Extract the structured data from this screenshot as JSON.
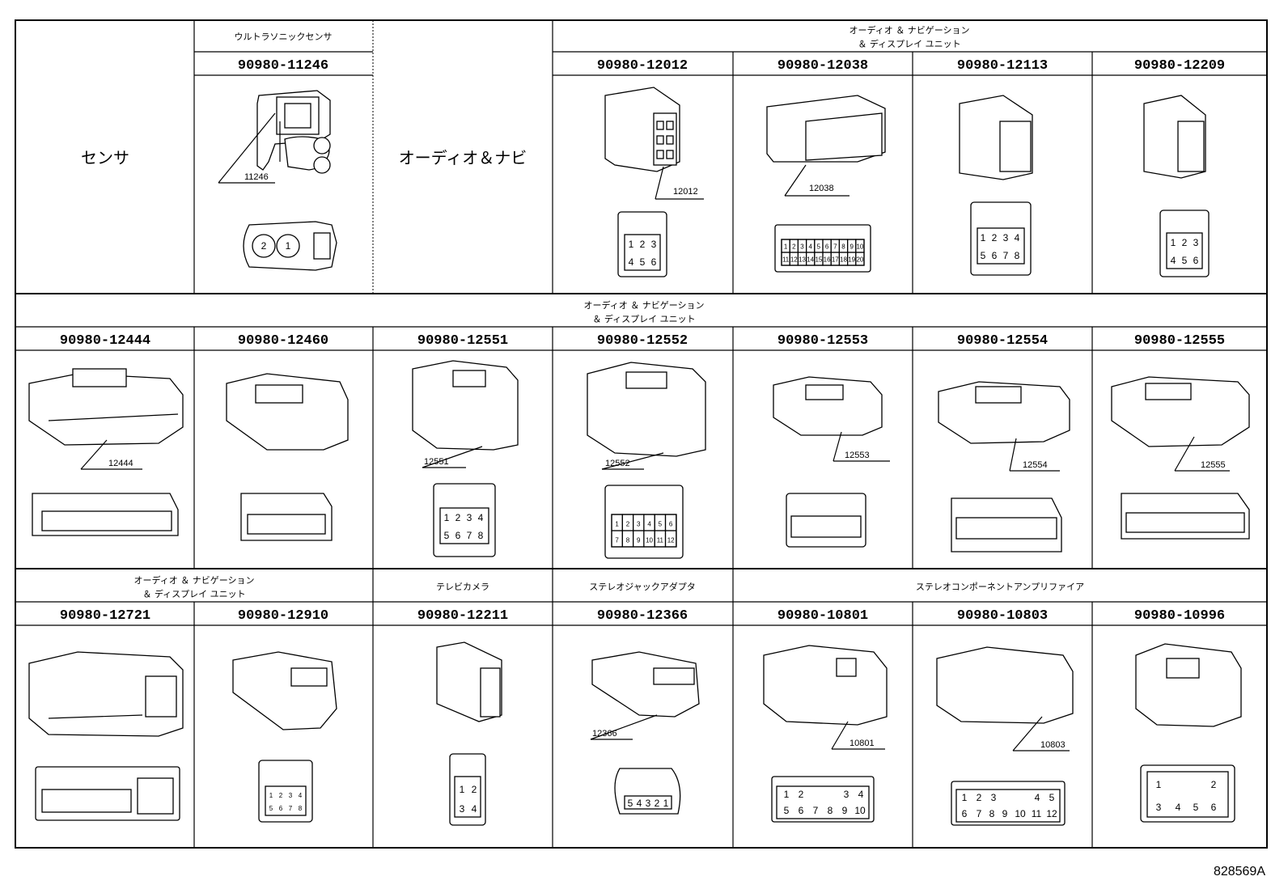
{
  "doc_ref": "828569A",
  "row1": {
    "category": "センサ",
    "ultrasonic_label": "ウルトラソニックセンサ",
    "audio_short": "オーディオ＆ナビ",
    "audio_long_1": "オーディオ ＆ ナビゲーション",
    "audio_long_2": "＆ ディスプレイ ユニット",
    "parts": [
      {
        "pn": "90980-11246",
        "callout": "11246"
      },
      {
        "pn": "90980-12012",
        "callout": "12012",
        "pins": [
          "1",
          "2",
          "3",
          "4",
          "5",
          "6"
        ]
      },
      {
        "pn": "90980-12038",
        "callout": "12038",
        "pins": [
          "1",
          "2",
          "3",
          "4",
          "5",
          "6",
          "7",
          "8",
          "9",
          "10",
          "11",
          "12",
          "13",
          "14",
          "15",
          "16",
          "17",
          "18",
          "19",
          "20"
        ]
      },
      {
        "pn": "90980-12113",
        "pins": [
          "1",
          "2",
          "3",
          "4",
          "5",
          "6",
          "7",
          "8"
        ]
      },
      {
        "pn": "90980-12209",
        "pins": [
          "1",
          "2",
          "3",
          "4",
          "5",
          "6"
        ]
      }
    ],
    "sensor_pins": [
      "2",
      "1"
    ]
  },
  "row2": {
    "header_1": "オーディオ ＆ ナビゲーション",
    "header_2": "＆ ディスプレイ ユニット",
    "parts": [
      {
        "pn": "90980-12444",
        "callout": "12444"
      },
      {
        "pn": "90980-12460"
      },
      {
        "pn": "90980-12551",
        "callout": "12551",
        "pins": [
          "1",
          "2",
          "3",
          "4",
          "5",
          "6",
          "7",
          "8"
        ]
      },
      {
        "pn": "90980-12552",
        "callout": "12552",
        "pins": [
          "1",
          "2",
          "3",
          "4",
          "5",
          "6",
          "7",
          "8",
          "9",
          "10",
          "11",
          "12"
        ]
      },
      {
        "pn": "90980-12553",
        "callout": "12553"
      },
      {
        "pn": "90980-12554",
        "callout": "12554"
      },
      {
        "pn": "90980-12555",
        "callout": "12555"
      }
    ]
  },
  "row3": {
    "audio_1": "オーディオ ＆ ナビゲーション",
    "audio_2": "＆ ディスプレイ ユニット",
    "camera": "テレビカメラ",
    "jack": "ステレオジャックアダプタ",
    "amp": "ステレオコンポーネントアンプリファイア",
    "parts": [
      {
        "pn": "90980-12721"
      },
      {
        "pn": "90980-12910",
        "pins": [
          "1",
          "2",
          "3",
          "4",
          "5",
          "6",
          "7",
          "8"
        ]
      },
      {
        "pn": "90980-12211",
        "pins": [
          "1",
          "2",
          "3",
          "4"
        ]
      },
      {
        "pn": "90980-12366",
        "callout": "12366",
        "pins": [
          "5",
          "4",
          "3",
          "2",
          "1"
        ]
      },
      {
        "pn": "90980-10801",
        "callout": "10801",
        "pins": [
          "1",
          "2",
          "3",
          "4",
          "5",
          "6",
          "7",
          "8",
          "9",
          "10"
        ]
      },
      {
        "pn": "90980-10803",
        "callout": "10803",
        "pins": [
          "1",
          "2",
          "3",
          "4",
          "5",
          "6",
          "7",
          "8",
          "9",
          "10",
          "11",
          "12"
        ]
      },
      {
        "pn": "90980-10996",
        "pins": [
          "1",
          "2",
          "3",
          "4",
          "5",
          "6"
        ]
      }
    ]
  }
}
